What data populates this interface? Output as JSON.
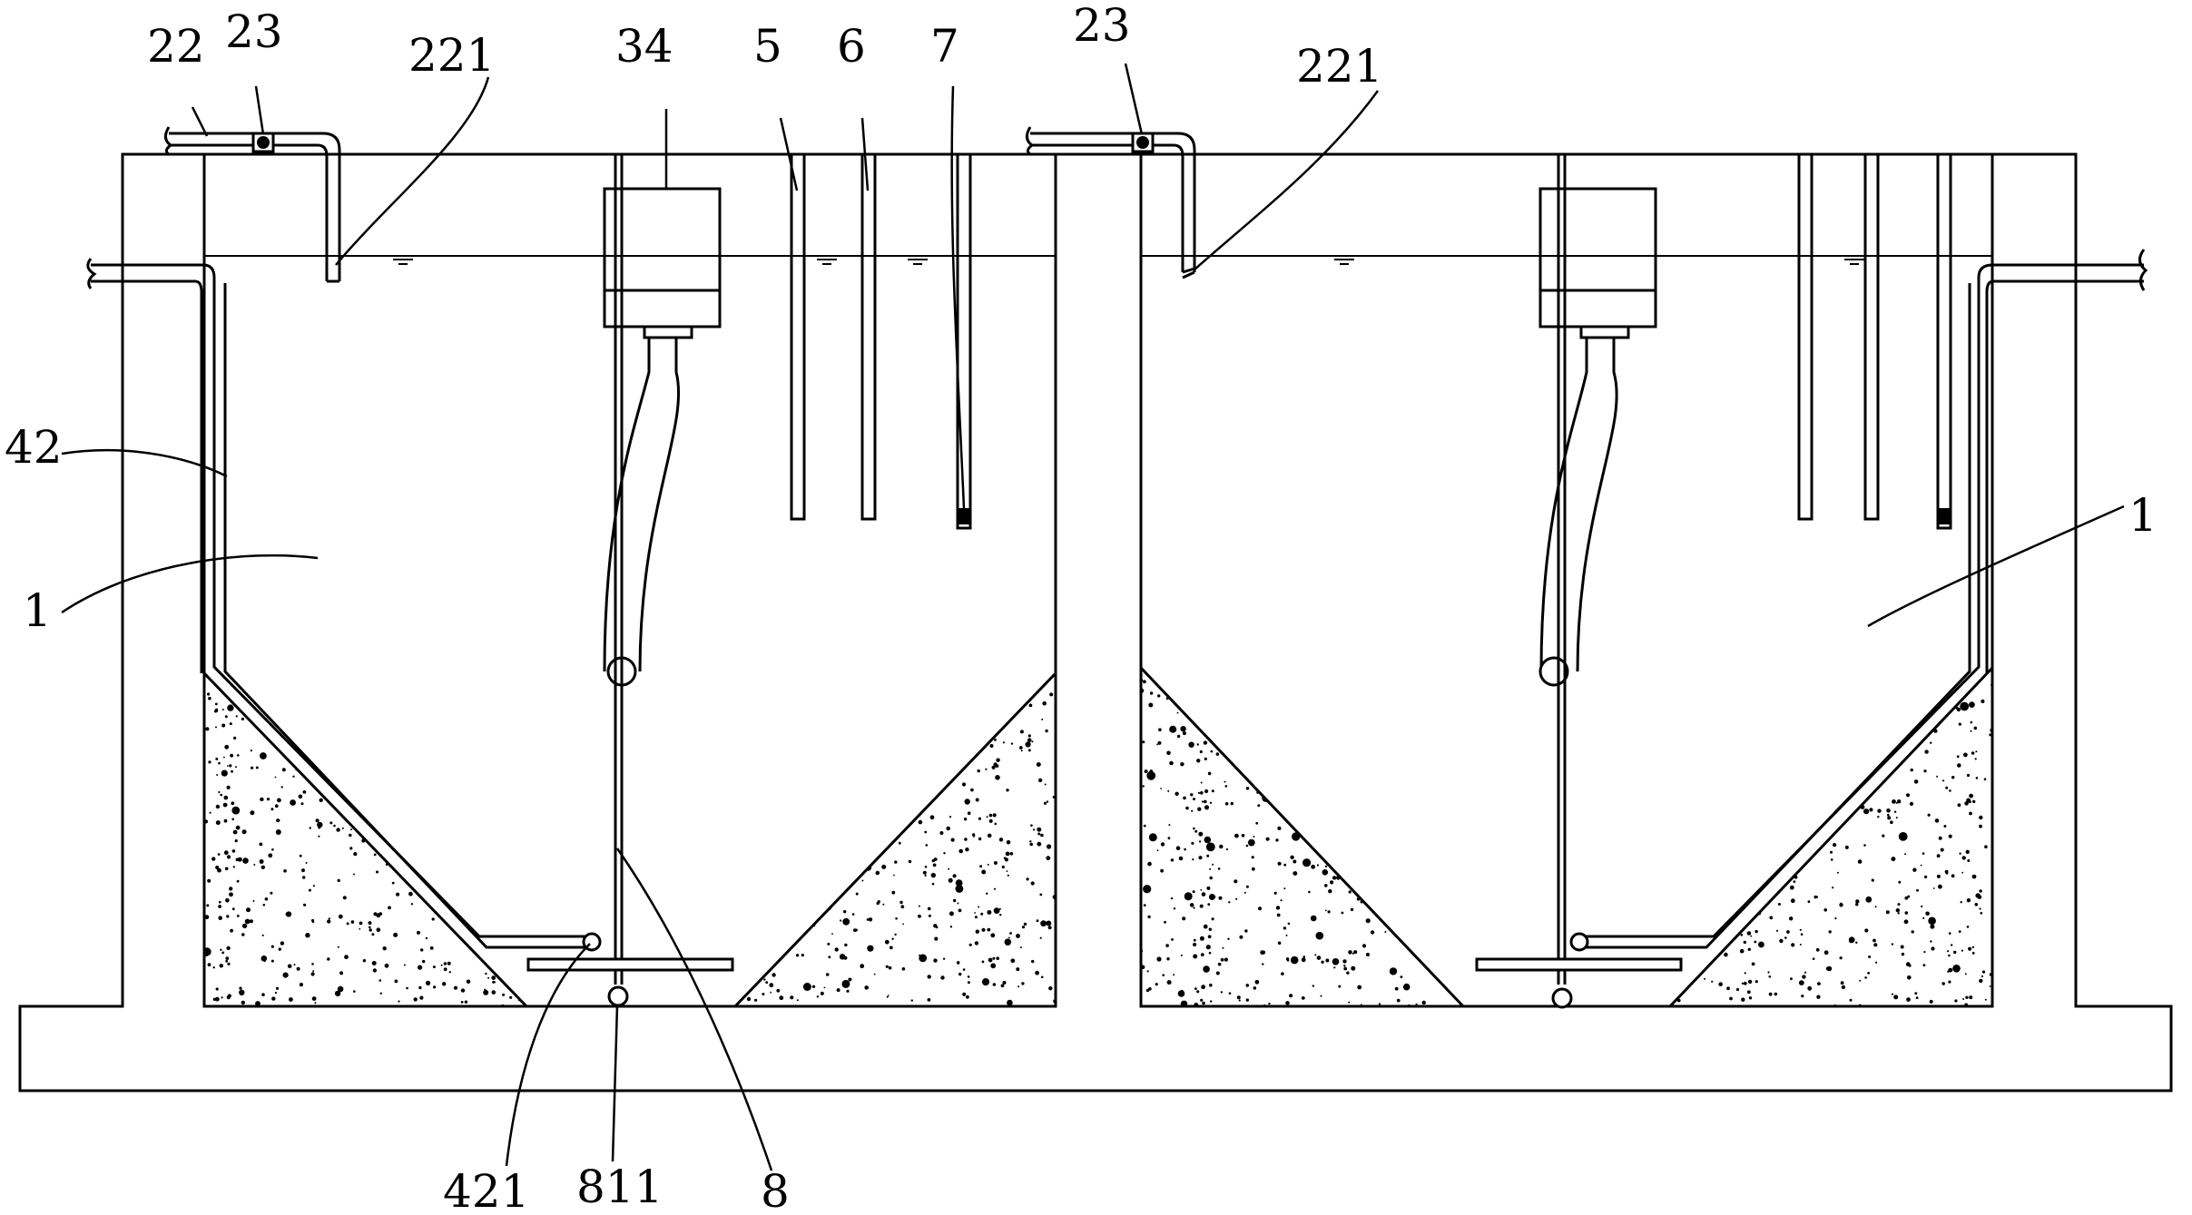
{
  "labels": {
    "l22": "22",
    "l23_left": "23",
    "l221_left": "221",
    "l34": "34",
    "l5": "5",
    "l6": "6",
    "l7": "7",
    "l23_right": "23",
    "l221_right": "221",
    "l42": "42",
    "l1_left": "1",
    "l1_right": "1",
    "l421": "421",
    "l811": "811",
    "l8": "8"
  },
  "colors": {
    "line": "#000000",
    "background": "#ffffff",
    "sediment": "#000000"
  }
}
